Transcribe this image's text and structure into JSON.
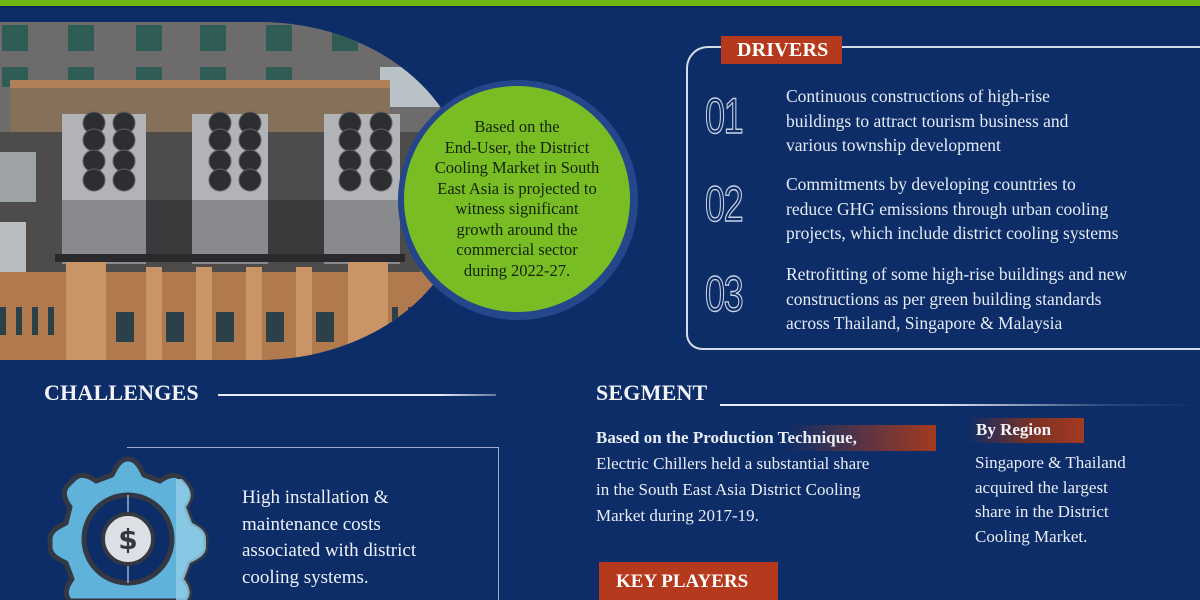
{
  "colors": {
    "background": "#0c2d67",
    "top_bar": "#6fb513",
    "callout_circle": "#79bd25",
    "tag_red": "#b5391c",
    "outline_white": "#d4dbe8"
  },
  "photo": {
    "subject": "rooftop-district-cooling-chiller-units"
  },
  "callout": {
    "text": "Based on the\nEnd-User, the District\nCooling Market in South\nEast Asia is projected to\nwitness significant\ngrowth around the\ncommercial sector\nduring 2022-27."
  },
  "drivers": {
    "title": "DRIVERS",
    "items": [
      {
        "num": "01",
        "text": "Continuous constructions of high-rise\nbuildings to attract tourism business and\nvarious township development"
      },
      {
        "num": "02",
        "text": "Commitments by developing countries to\nreduce GHG emissions through urban cooling\nprojects, which include district cooling systems"
      },
      {
        "num": "03",
        "text": "Retrofitting of some high-rise buildings and new\nconstructions as per green building standards\nacross Thailand, Singapore & Malaysia"
      }
    ]
  },
  "challenges": {
    "title": "CHALLENGES",
    "icon": "gear-dollar-icon",
    "text": "High installation &\nmaintenance costs\nassociated with district\ncooling systems."
  },
  "segment": {
    "title": "SEGMENT",
    "production": {
      "lead": "Based on the Production Technique,",
      "text": "Electric Chillers held a substantial share\nin the South East Asia District Cooling\nMarket during 2017-19."
    },
    "region": {
      "label": "By Region",
      "text": "Singapore & Thailand\nacquired the largest\nshare in the District\nCooling Market."
    }
  },
  "key_players": {
    "title": "KEY PLAYERS"
  }
}
